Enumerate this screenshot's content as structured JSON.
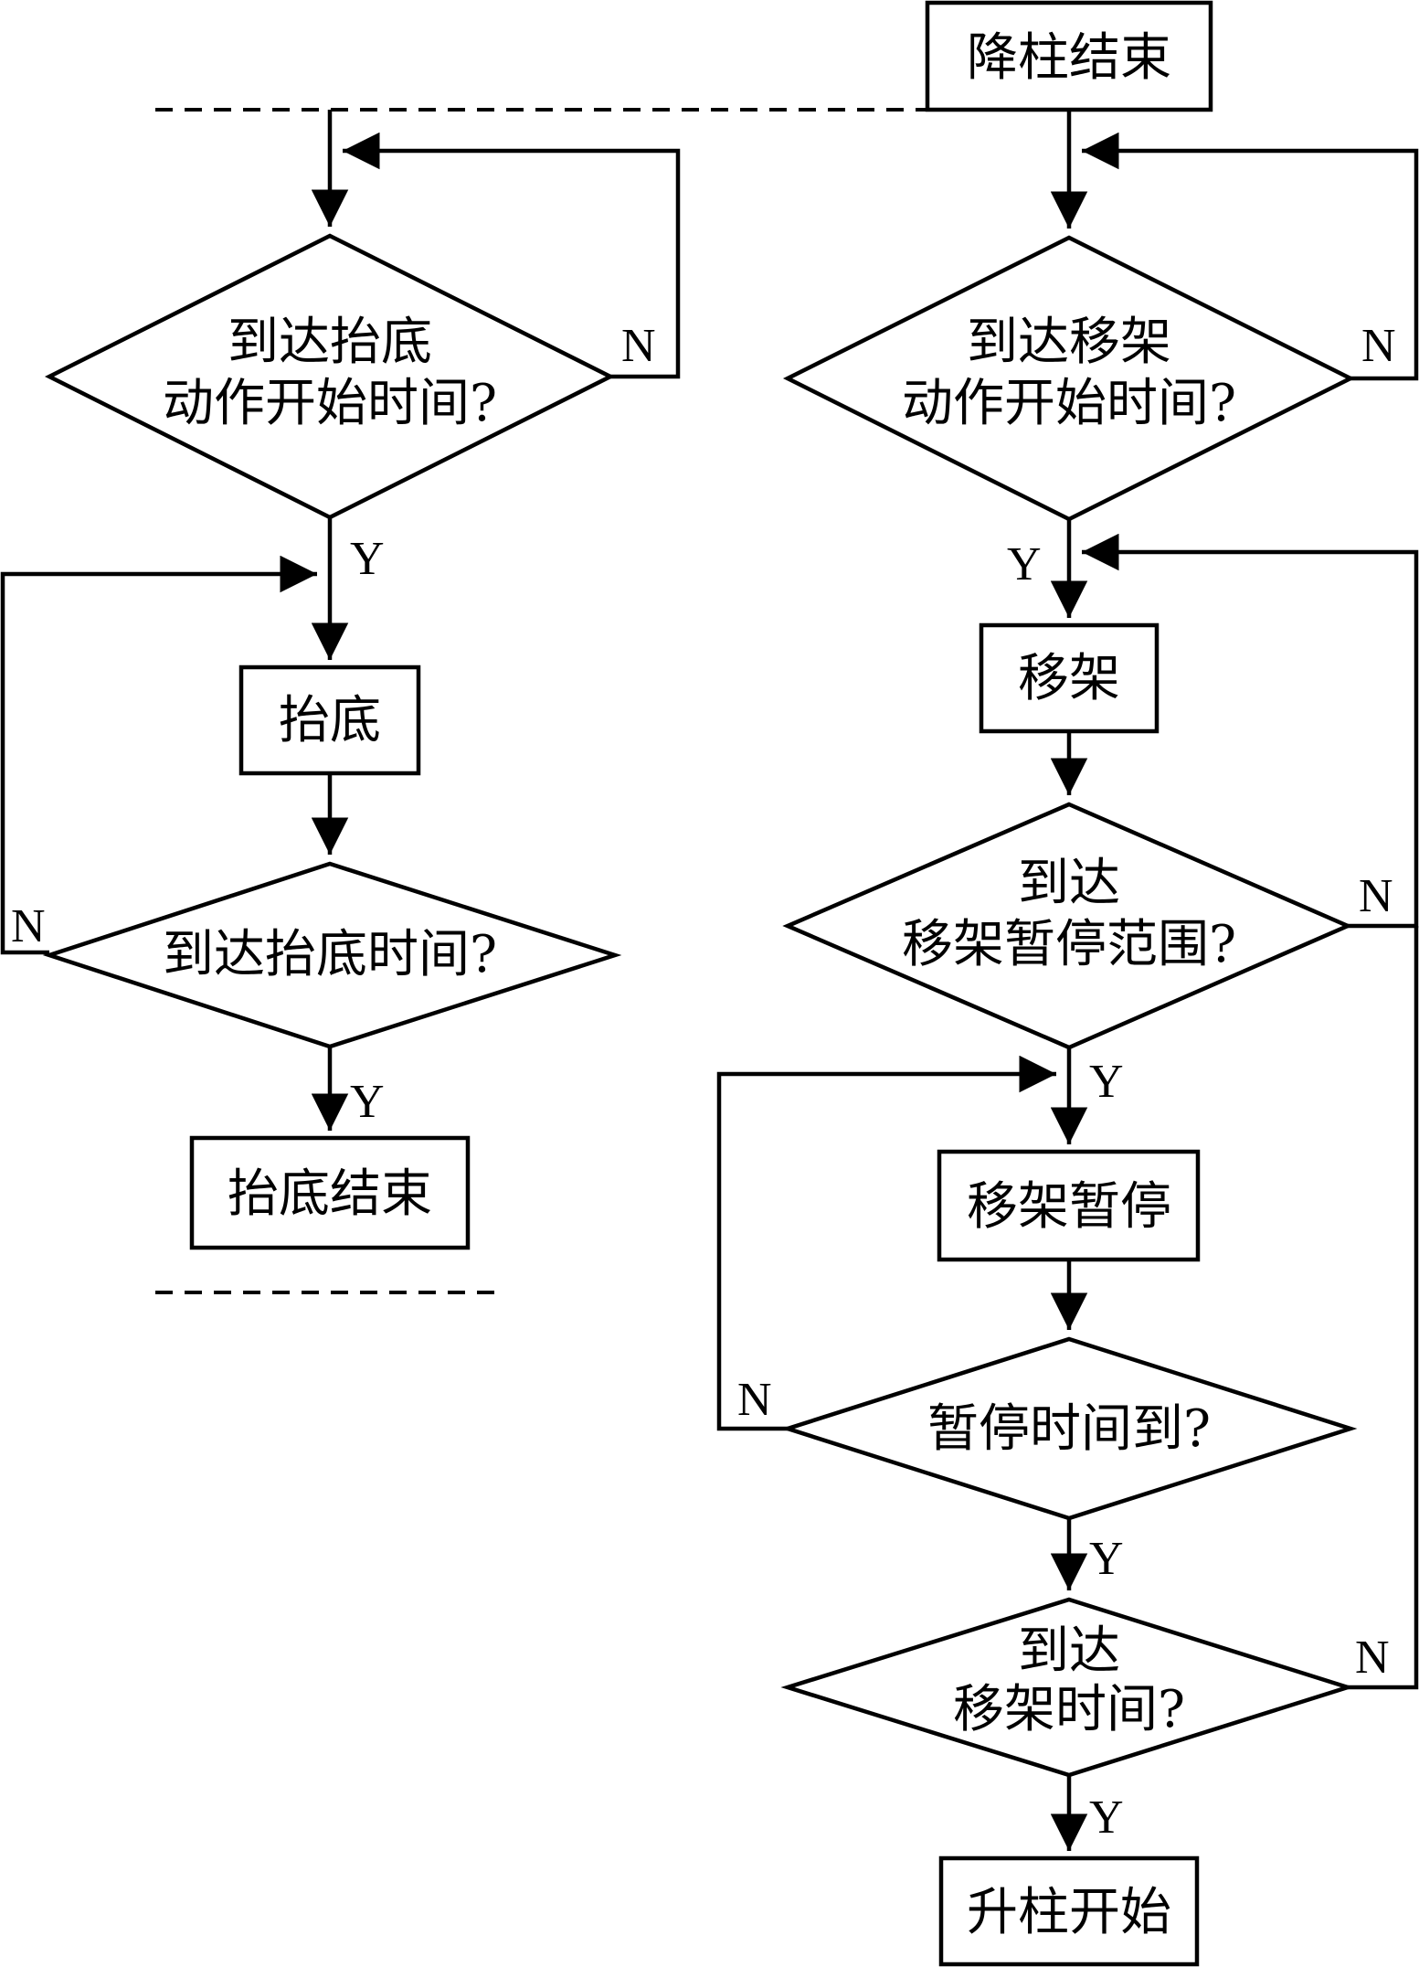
{
  "nodes": {
    "end_lower": {
      "text": "降柱结束"
    },
    "lift_start_check": {
      "line1": "到达抬底",
      "line2": "动作开始时间?"
    },
    "lift": {
      "text": "抬底"
    },
    "lift_time_check": {
      "text": "到达抬底时间?"
    },
    "lift_end": {
      "text": "抬底结束"
    },
    "move_start_check": {
      "line1": "到达移架",
      "line2": "动作开始时间?"
    },
    "move": {
      "text": "移架"
    },
    "pause_range_check": {
      "line1": "到达",
      "line2": "移架暂停范围?"
    },
    "pause": {
      "text": "移架暂停"
    },
    "pause_time_check": {
      "text": "暂停时间到?"
    },
    "move_time_check": {
      "line1": "到达",
      "line2": "移架时间?"
    },
    "raise_start": {
      "text": "升柱开始"
    }
  },
  "labels": {
    "yes": "Y",
    "no": "N"
  }
}
